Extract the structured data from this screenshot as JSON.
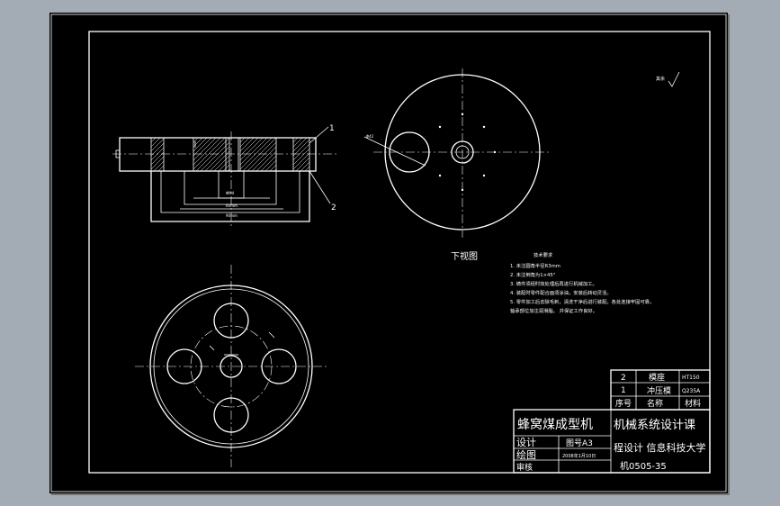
{
  "drawing": {
    "view_label_bottom": "下视图",
    "leaders": {
      "part1": "1",
      "part2": "2"
    },
    "dims": {
      "d1": "ΦМ4",
      "d2": "60mm",
      "d3": "90mm",
      "d4": "Φ42"
    },
    "seal_mark": "其余"
  },
  "requirements": {
    "title": "技术要求",
    "items": [
      "1. 未注圆角半径R3mm",
      "2. 未注倒角为1×45°",
      "3. 铸件须经时效处理后再进行机械加工。",
      "4. 装配时零件配合面须涂油，安装后转动灵活。",
      "5. 零件加工后去除毛刺，清洗干净后进行装配。各处连接牢固可靠，",
      "   轴承部位加注润滑脂。        并保证工作良好。"
    ]
  },
  "parts_list": {
    "rows": [
      {
        "no": "2",
        "name": "模座",
        "material": "HT150"
      },
      {
        "no": "1",
        "name": "冲压模",
        "material": "Q235A"
      }
    ],
    "header": {
      "no": "序号",
      "name": "名称",
      "material": "材料"
    }
  },
  "title_block": {
    "product": "蜂窝煤成型机",
    "course": "机械系统设计课",
    "school": "程设计 信息科技大学",
    "code": "机0505-35",
    "paper_label": "图号A3",
    "date": "2008年1月10日",
    "role_design": "设计",
    "role_draw": "绘图",
    "role_check": "审核"
  }
}
